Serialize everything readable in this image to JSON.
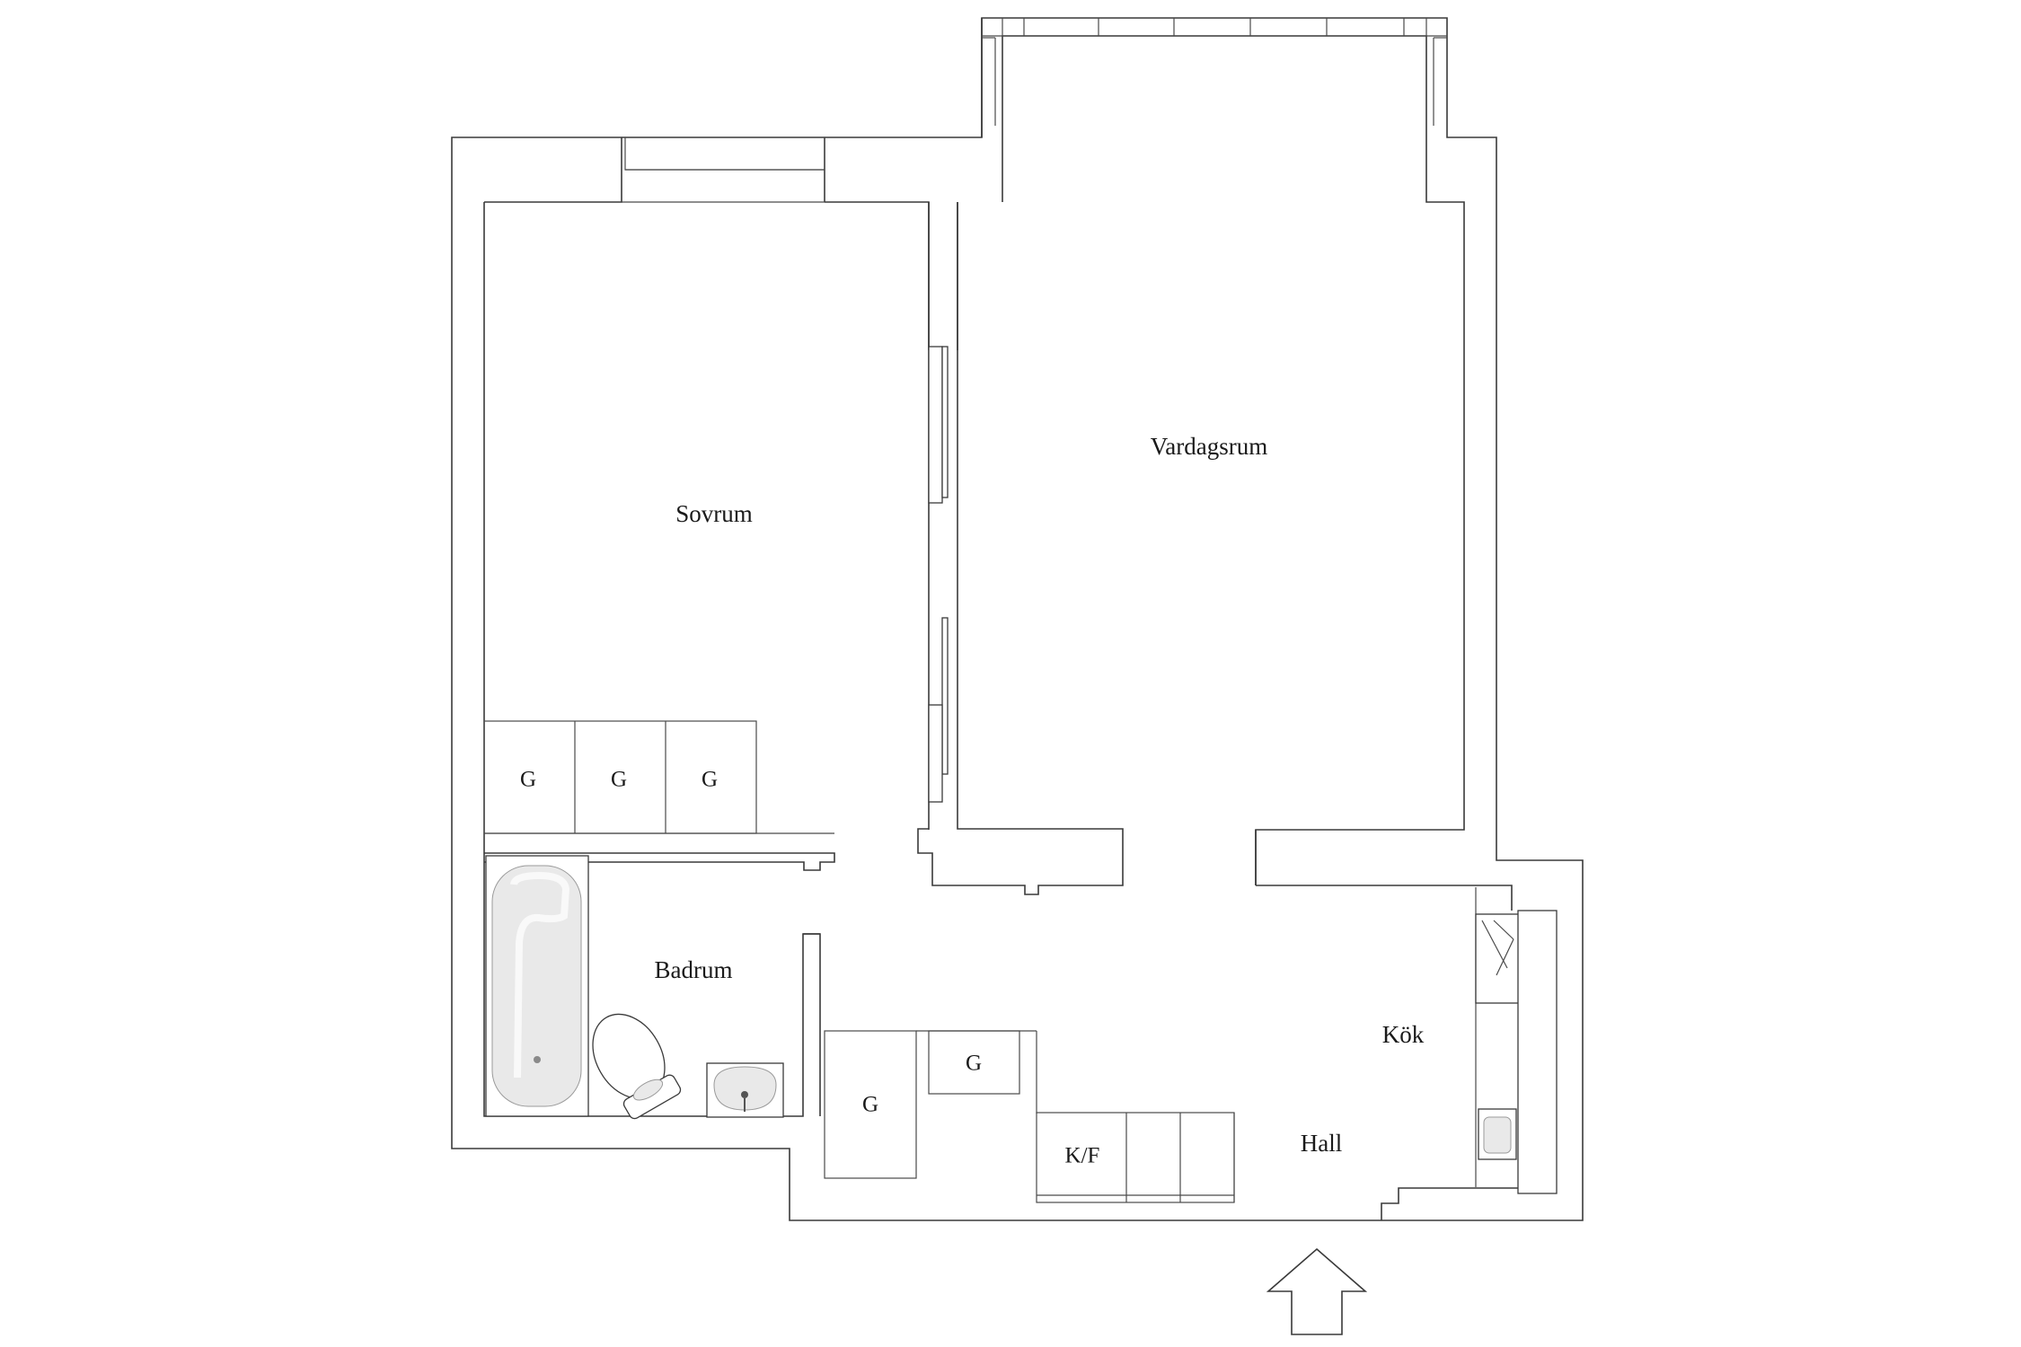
{
  "rooms": {
    "sovrum": "Sovrum",
    "vardagsrum": "Vardagsrum",
    "badrum": "Badrum",
    "kok": "Kök",
    "hall": "Hall"
  },
  "storage": {
    "wardrobe_1": "G",
    "wardrobe_2": "G",
    "wardrobe_3": "G",
    "hall_closet_upper": "G",
    "hall_closet_lower": "G",
    "fridge_freezer": "K/F"
  },
  "entrance": {
    "icon": "up-arrow-icon"
  },
  "colors": {
    "walls": "#3a3a3a",
    "background": "#ffffff",
    "fixture_fill": "#e9e9e9"
  }
}
